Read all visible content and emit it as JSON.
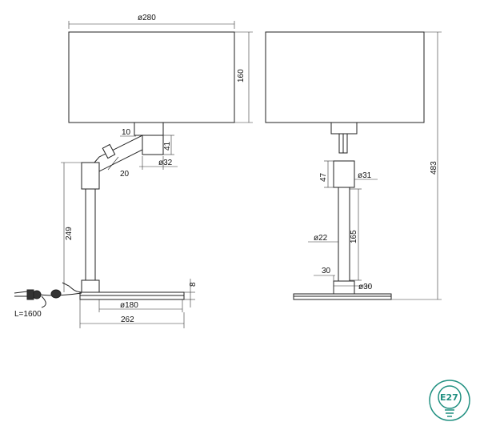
{
  "front_view": {
    "shade_diameter": "ø280",
    "shade_height": "160",
    "arm_top_offset": "10",
    "joint_height": "41",
    "joint_diameter": "ø32",
    "arm_angle": "20",
    "stem_height": "249",
    "base_thickness": "8",
    "base_diameter": "ø180",
    "total_width": "262",
    "cable_length": "L=1600"
  },
  "side_view": {
    "socket_height": "47",
    "socket_diameter": "ø31",
    "stem_diameter": "ø22",
    "stem_length": "165",
    "foot_height": "30",
    "foot_diameter": "ø30",
    "total_height": "483"
  },
  "badge": {
    "label": "E27",
    "color": "#1f8f80"
  }
}
